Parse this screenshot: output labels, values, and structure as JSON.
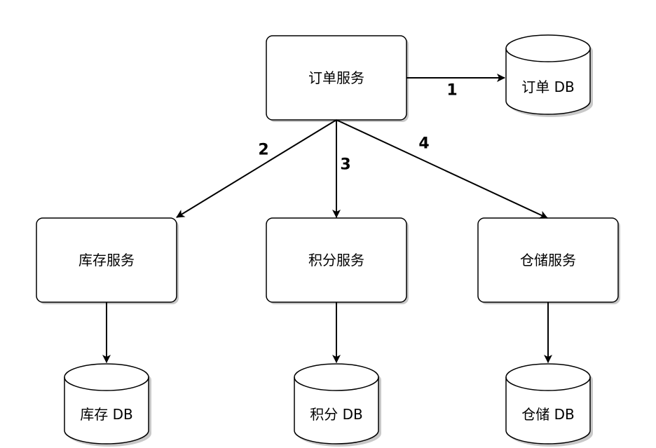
{
  "nodes": {
    "order_service": {
      "label": "订单服务"
    },
    "order_db": {
      "label": "订单 DB"
    },
    "inventory_service": {
      "label": "库存服务"
    },
    "inventory_db": {
      "label": "库存 DB"
    },
    "points_service": {
      "label": "积分服务"
    },
    "points_db": {
      "label": "积分 DB"
    },
    "warehouse_service": {
      "label": "仓储服务"
    },
    "warehouse_db": {
      "label": "仓储 DB"
    }
  },
  "edges": {
    "step1": {
      "label": "1"
    },
    "step2": {
      "label": "2"
    },
    "step3": {
      "label": "3"
    },
    "step4": {
      "label": "4"
    }
  },
  "colors": {
    "stroke": "#000000",
    "fill": "#ffffff",
    "shadow": "#c8c8c8"
  }
}
